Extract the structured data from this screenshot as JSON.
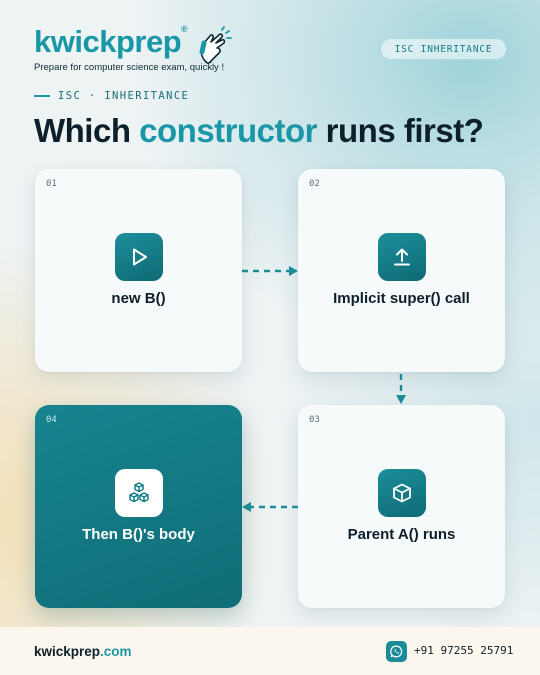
{
  "brand": {
    "name": "kwickprep",
    "tagline": "Prepare for computer science exam, quickly !",
    "registered_mark": "®"
  },
  "topic_pill": "ISC INHERITANCE",
  "eyebrow": "ISC · INHERITANCE",
  "headline": {
    "part1": "Which ",
    "accent": "constructor",
    "part2": " runs first?"
  },
  "steps": [
    {
      "number": "01",
      "label": "new B()",
      "icon": "play-icon"
    },
    {
      "number": "02",
      "label": "Implicit super() call",
      "icon": "upload-icon"
    },
    {
      "number": "03",
      "label": "Parent A() runs",
      "icon": "cube-icon"
    },
    {
      "number": "04",
      "label": "Then B()'s body",
      "icon": "cubes-icon"
    }
  ],
  "footer": {
    "site_name": "kwickprep",
    "site_tld": ".com",
    "phone": "+91 97255 25791",
    "contact_icon": "whatsapp-icon"
  },
  "colors": {
    "accent": "#1a97a6",
    "dark_card": "#0f6d77",
    "text": "#0d1f2a"
  }
}
